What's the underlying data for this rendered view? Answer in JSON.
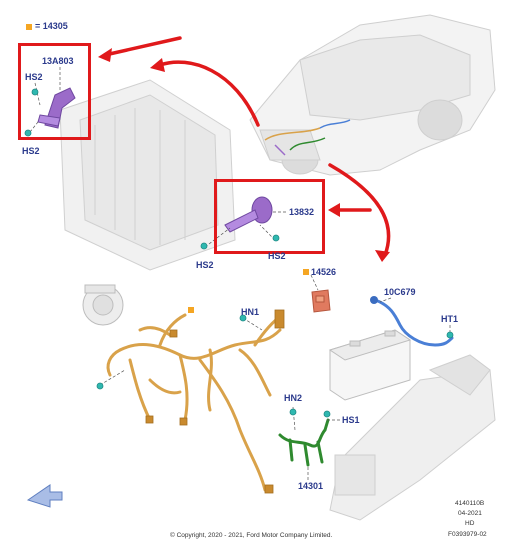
{
  "legend": {
    "code": "= 14305",
    "color": "#f5a623"
  },
  "labels": {
    "part_13A803": "13A803",
    "hs2_a": "HS2",
    "hs2_b": "HS2",
    "part_13832": "13832",
    "hs2_c": "HS2",
    "hs2_d": "HS2",
    "part_14526": "14526",
    "part_10C679": "10C679",
    "hn1": "HN1",
    "ht1": "HT1",
    "hn2": "HN2",
    "hs1": "HS1",
    "part_14301": "14301"
  },
  "footer": {
    "copyright": "© Copyright, 2020 - 2021, Ford Motor Company Limited.",
    "id_line1": "4140110B",
    "id_line2": "04-2021",
    "id_line3": "HD",
    "id_line4": "F0393979-02"
  },
  "colors": {
    "callout": "#e0191b",
    "label": "#2b3a8c",
    "harness_orange": "#d9a24a",
    "harness_green": "#2f8a2f",
    "harness_blue": "#4a7fd6",
    "bracket_purple": "#9b6bc9",
    "connector_teal": "#2fb8b0"
  }
}
